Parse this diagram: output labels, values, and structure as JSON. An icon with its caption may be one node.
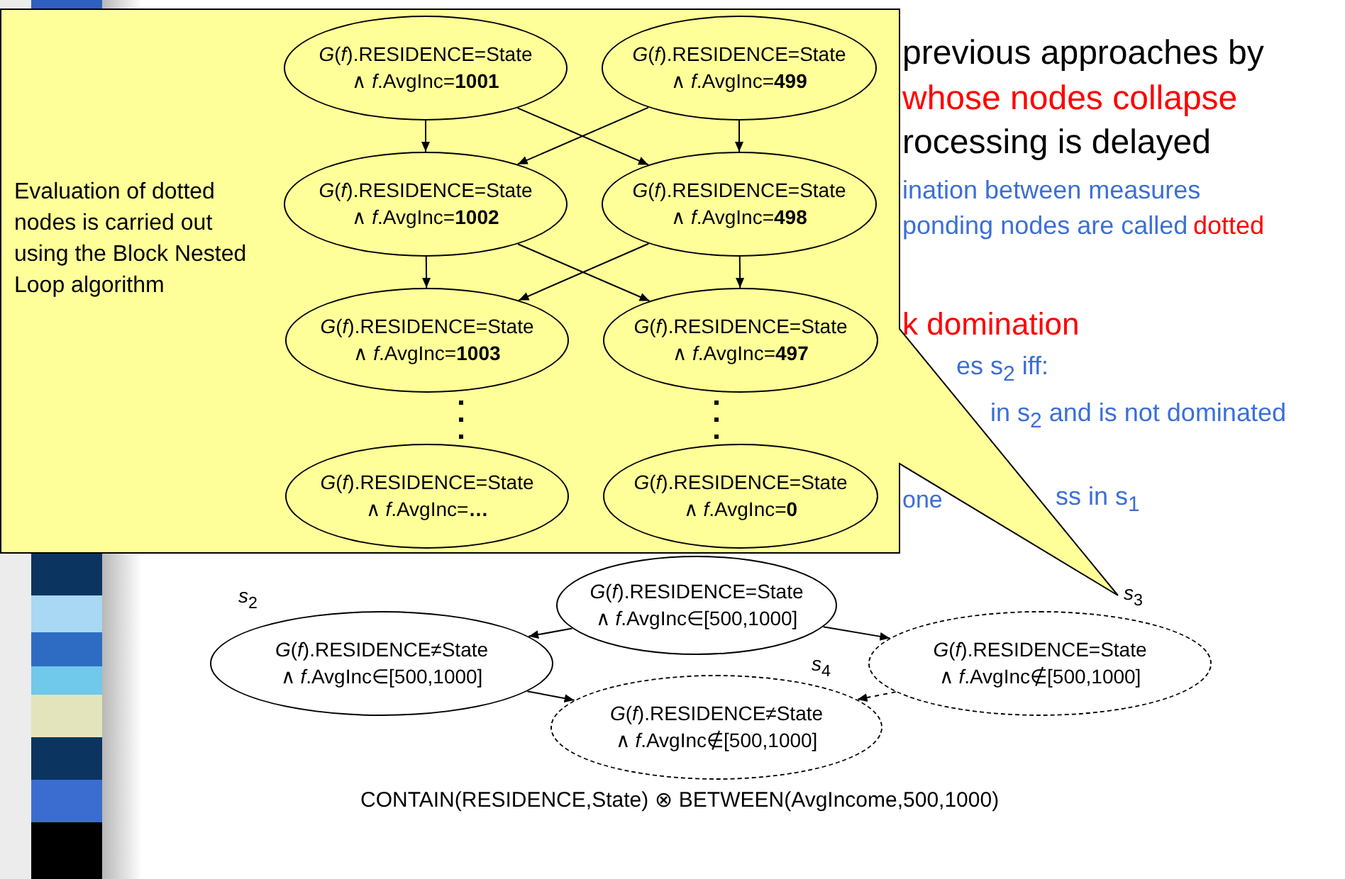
{
  "diagram": {
    "nodes": [
      {
        "text": [
          "Evaluation of dotted nodes is carried out using the Block Nested Loop algorithm"
        ]
      },
      {
        "text": [
          "*G*(*f*).RESIDENCE=State",
          "∧ *f*.AvgInc=**1001**"
        ],
        "in": 0
      },
      {
        "text": [
          "*G*(*f*).RESIDENCE=State",
          "∧ *f*.AvgInc=**499**"
        ],
        "in": 0
      },
      {
        "text": [
          "*G*(*f*).RESIDENCE=State",
          "∧ *f*.AvgInc=**1002**"
        ],
        "in": 0
      },
      {
        "text": [
          "*G*(*f*).RESIDENCE=State",
          "∧ *f*.AvgInc=**498**"
        ],
        "in": 0
      },
      {
        "text": [
          "*G*(*f*).RESIDENCE=State",
          "∧ *f*.AvgInc=**1003**"
        ],
        "in": 0
      },
      {
        "text": [
          "*G*(*f*).RESIDENCE=State",
          "∧ *f*.AvgInc=**497**"
        ],
        "in": 0
      },
      {
        "text": [
          "*G*(*f*).RESIDENCE=State",
          "∧ *f*.AvgInc=**…**"
        ],
        "in": 0
      },
      {
        "text": [
          "*G*(*f*).RESIDENCE=State",
          "∧ *f*.AvgInc=**0**"
        ],
        "in": 0
      },
      {
        "text": [
          "*G*(*f*).RESIDENCE=State",
          "∧ *f*.AvgInc∈[500,1000]"
        ]
      },
      {
        "text": [
          "*G*(*f*).RESIDENCE≠State",
          "∧ *f*.AvgInc∈[500,1000]"
        ],
        "beside": [
          "*s*$_{2}$"
        ]
      },
      {
        "text": [
          "*G*(*f*).RESIDENCE=State",
          "∧ *f*.AvgInc∉[500,1000]"
        ],
        "beside": [
          "*s*$_{3}$"
        ]
      },
      {
        "text": [
          "*G*(*f*).RESIDENCE≠State",
          "∧ *f*.AvgInc∉[500,1000]"
        ],
        "beside": [
          "*s*$_{4}$"
        ]
      }
    ],
    "edges": [
      {
        "from": 1,
        "to": 3,
        "arrow": "to"
      },
      {
        "from": 1,
        "to": 4,
        "arrow": "to"
      },
      {
        "from": 2,
        "to": 3,
        "arrow": "to"
      },
      {
        "from": 2,
        "to": 4,
        "arrow": "to"
      },
      {
        "from": 3,
        "to": 5,
        "arrow": "to"
      },
      {
        "from": 3,
        "to": 6,
        "arrow": "to"
      },
      {
        "from": 4,
        "to": 5,
        "arrow": "to"
      },
      {
        "from": 4,
        "to": 6,
        "arrow": "to"
      },
      {
        "from": 9,
        "to": 10,
        "arrow": "to"
      },
      {
        "from": 9,
        "to": 11,
        "arrow": "to"
      },
      {
        "from": 10,
        "to": 12,
        "arrow": "to"
      },
      {
        "from": 11,
        "to": 12,
        "arrow": "to",
        "style": "dashed"
      }
    ],
    "labels": [
      "previous approaches by",
      "whose nodes collapse",
      "rocessing is delayed",
      "ination between measures",
      "ponding nodes are called",
      "dotted",
      "k domination",
      "es s$_{2}$ iff:",
      "in s$_{2}$ and is not dominated",
      "one",
      "ss in s$_{1}$",
      "CONTAIN(RESIDENCE,State) ⊗ BETWEEN(AvgIncome,500,1000)"
    ]
  }
}
